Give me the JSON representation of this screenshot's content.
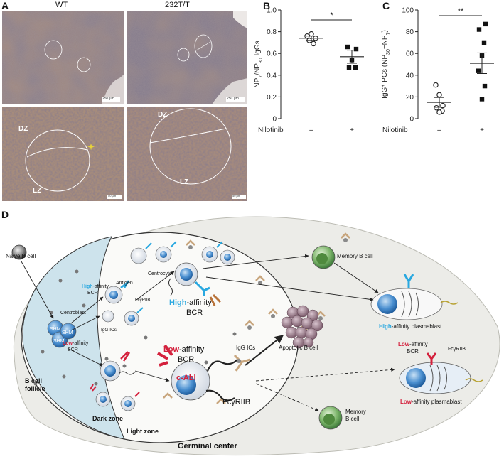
{
  "panelA": {
    "letter": "A",
    "col_wt": "WT",
    "col_mut": "232T/T",
    "scalebar_top": "250 μm",
    "scalebar_bottom": "50 μm",
    "dz": "DZ",
    "lz": "LZ"
  },
  "panelB": {
    "letter": "B"
  },
  "panelC": {
    "letter": "C"
  },
  "chart_data": [
    {
      "type": "scatter",
      "panel": "B",
      "ylabel_parts": [
        "NP",
        "7",
        "/NP",
        "30",
        " IgGs"
      ],
      "xlabel": "Nilotinib",
      "categories": [
        "–",
        "+"
      ],
      "ylim": [
        0,
        1.0
      ],
      "yticks": [
        0,
        0.2,
        0.4,
        0.6,
        0.8,
        1.0
      ],
      "ytick_labels": [
        "0",
        "0.2",
        "0.4",
        "0.6",
        "0.8",
        "1.0"
      ],
      "significance": "*",
      "series": [
        {
          "category": "–",
          "marker": "open-circle",
          "values": [
            0.78,
            0.76,
            0.74,
            0.72,
            0.69
          ],
          "mean": 0.74,
          "sem": 0.02
        },
        {
          "category": "+",
          "marker": "filled-square",
          "values": [
            0.66,
            0.64,
            0.54,
            0.47,
            0.47
          ],
          "mean": 0.57,
          "sem": 0.06
        }
      ]
    },
    {
      "type": "scatter",
      "panel": "C",
      "ylabel_parts": [
        "IgG",
        "+",
        " PCs (NP",
        "30",
        "−NP",
        "7",
        ")"
      ],
      "xlabel": "Nilotinib",
      "categories": [
        "–",
        "+"
      ],
      "ylim": [
        0,
        100
      ],
      "yticks": [
        0,
        20,
        40,
        60,
        80,
        100
      ],
      "ytick_labels": [
        "0",
        "20",
        "40",
        "60",
        "80",
        "100"
      ],
      "significance": "**",
      "series": [
        {
          "category": "–",
          "marker": "open-circle",
          "values": [
            31,
            22,
            12,
            10,
            7,
            6
          ],
          "mean": 15,
          "sem": 4.5
        },
        {
          "category": "+",
          "marker": "filled-square",
          "values": [
            87,
            82,
            70,
            58,
            44,
            30,
            18
          ],
          "mean": 51,
          "sem": 9.5
        }
      ]
    }
  ],
  "panelD": {
    "letter": "D",
    "naive_b_cell": "Naive B cell",
    "follicle_1": "B cell",
    "follicle_2": "follicle",
    "dark_zone": "Dark zone",
    "light_zone": "Light zone",
    "germinal_center": "Germinal center",
    "antigen": "Antigen",
    "high": "High",
    "low": "Low",
    "affinity_suffix": "-affinity",
    "bcr": "BCR",
    "fcgriib": "FcγRIIB",
    "centroblast": "Centroblast",
    "shm": "SHM",
    "igg_ics": "IgG ICs",
    "centrocyte": "Centrocyte",
    "cabl": "c-Abl",
    "apoptotic": "Apoptotic B cell",
    "memory_b_cell": "Memory B cell",
    "memory": "Memory",
    "b_cell": "B cell",
    "plasmablast_suffix": "-affinity plasmablast",
    "colors": {
      "high": "#29a8e0",
      "low": "#d4213d",
      "zone_dark": "#cde3ec",
      "follicle": "#ededea"
    }
  }
}
